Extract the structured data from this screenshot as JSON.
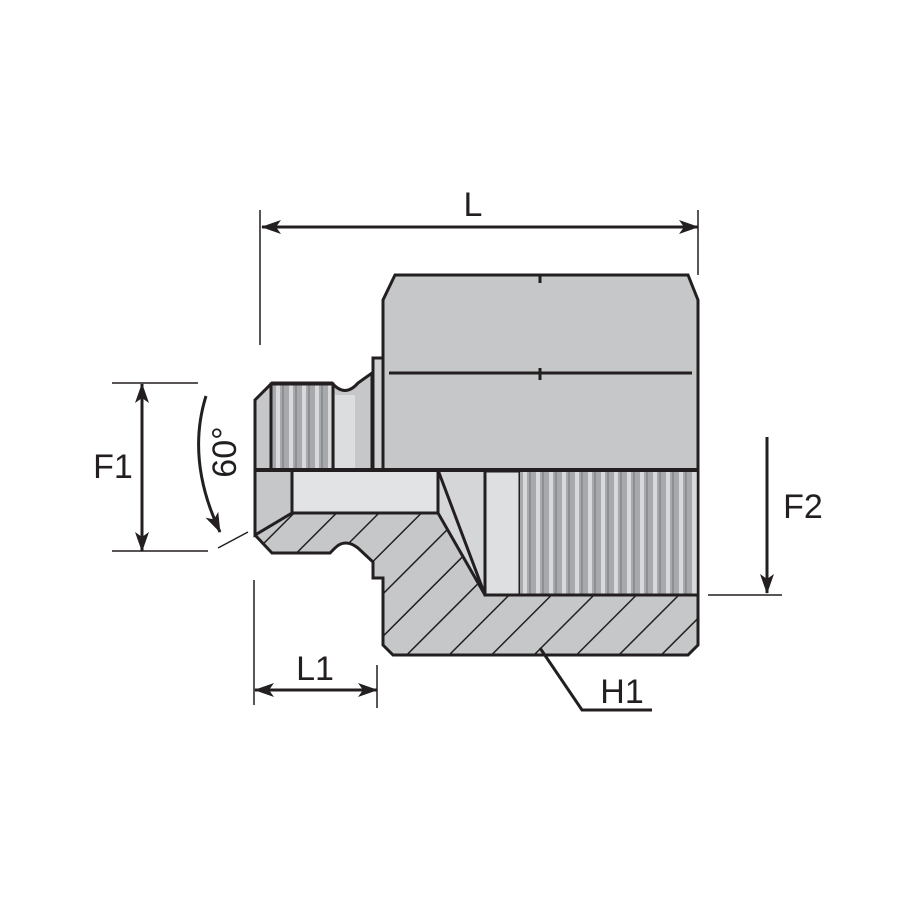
{
  "labels": {
    "length": "L",
    "thread_1": "F1",
    "angle": "60°",
    "thread_2": "F2",
    "length_1": "L1",
    "hex": "H1"
  },
  "colors": {
    "stroke": "#231f20",
    "body": "#c6c7c9",
    "thread": "#a7a9ac",
    "bore": "#e2e3e4"
  }
}
